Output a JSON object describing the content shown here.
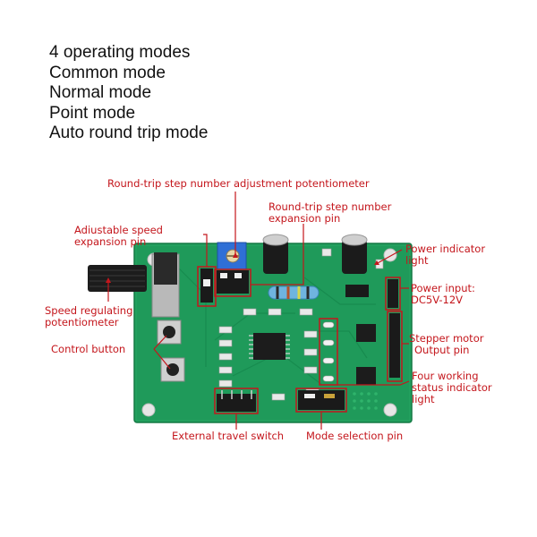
{
  "modes_list": {
    "title": "4 operating modes",
    "items": [
      "Common mode",
      "Normal mode",
      "Point mode",
      "Auto round trip mode"
    ]
  },
  "labels": {
    "round_trip_pot": "Round-trip step number adjustment potentiometer",
    "round_trip_pin_line1": "Round-trip step number",
    "round_trip_pin_line2": "expansion pin",
    "speed_pin_line1": "Adiustable speed",
    "speed_pin_line2": "expansion pin",
    "speed_pot_line1": "Speed regulating",
    "speed_pot_line2": "potentiometer",
    "control_button": "Control button",
    "power_light_line1": "Power indicator",
    "power_light_line2": "light",
    "power_input_line1": "Power input:",
    "power_input_line2": "DC5V-12V",
    "stepper_line1": "Stepper motor",
    "stepper_line2": "Output pin",
    "status_light_line1": "Four working",
    "status_light_line2": "status indicator",
    "status_light_line3": "light",
    "travel_switch": "External travel switch",
    "mode_pin": "Mode selection pin"
  },
  "colors": {
    "annotation": "#c4161c",
    "pcb": "#1f9a5a",
    "text": "#111111"
  }
}
